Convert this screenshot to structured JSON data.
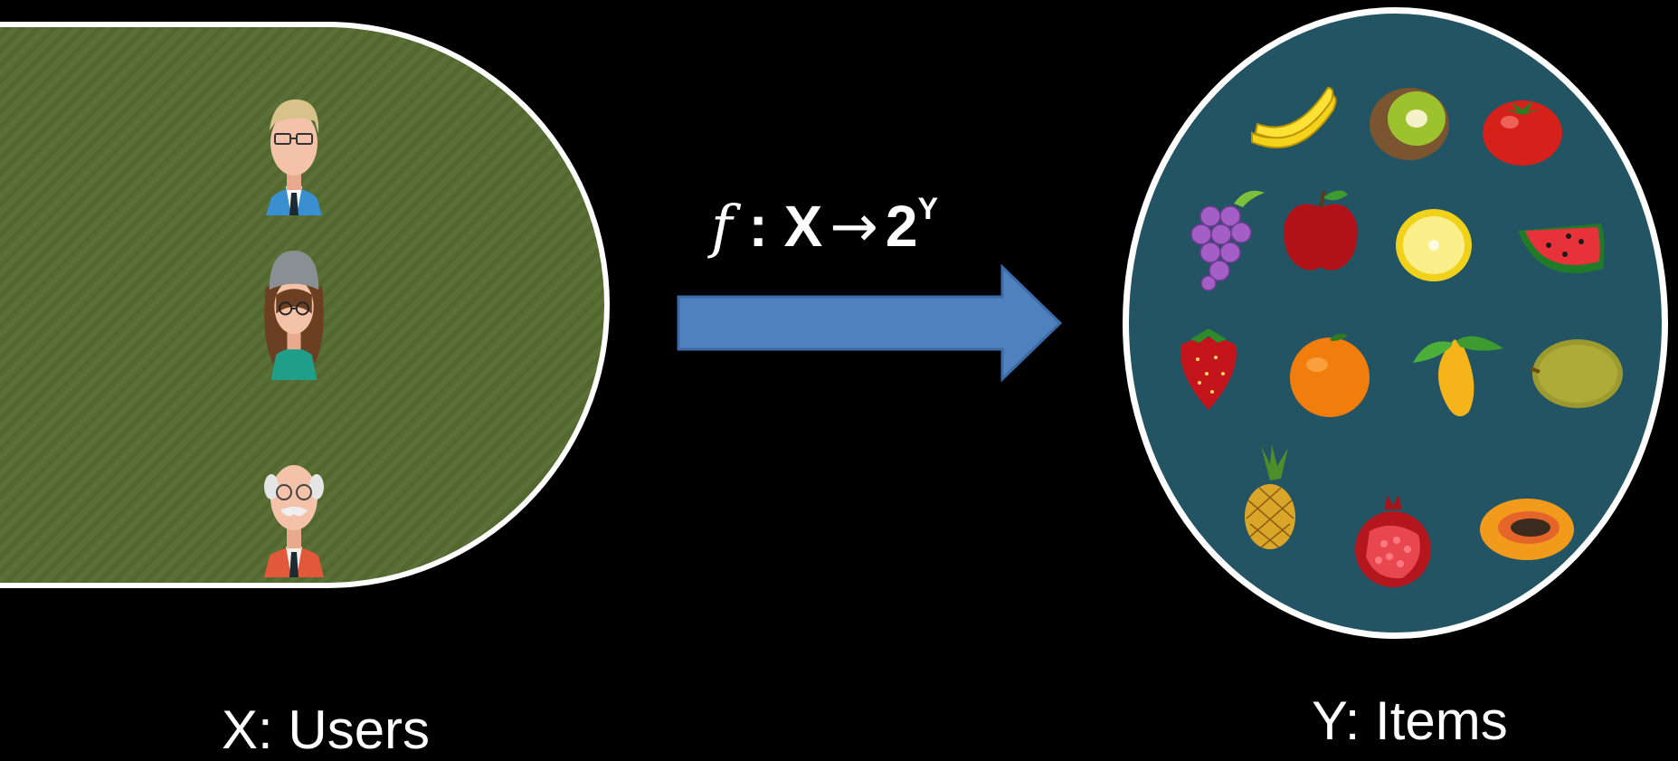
{
  "function_label": {
    "f": "f",
    "colon": ":",
    "domain": "X",
    "arrow": "→",
    "base": "2",
    "exponent": "Y"
  },
  "users": {
    "caption": "X: Users",
    "avatars": [
      "young-man-glasses-icon",
      "woman-beanie-icon",
      "old-man-glasses-icon"
    ]
  },
  "items": {
    "caption": "Y: Items",
    "fruits": [
      "banana-icon",
      "kiwi-icon",
      "tomato-icon",
      "grapes-icon",
      "apple-icon",
      "lemon-icon",
      "watermelon-icon",
      "strawberry-icon",
      "orange-icon",
      "mango-icon",
      "jackfruit-icon",
      "pineapple-icon",
      "pomegranate-icon",
      "papaya-icon"
    ]
  },
  "colors": {
    "users_panel": "#556b2f",
    "items_panel": "#235464",
    "arrow": "#4f81bd",
    "background": "#000000"
  }
}
